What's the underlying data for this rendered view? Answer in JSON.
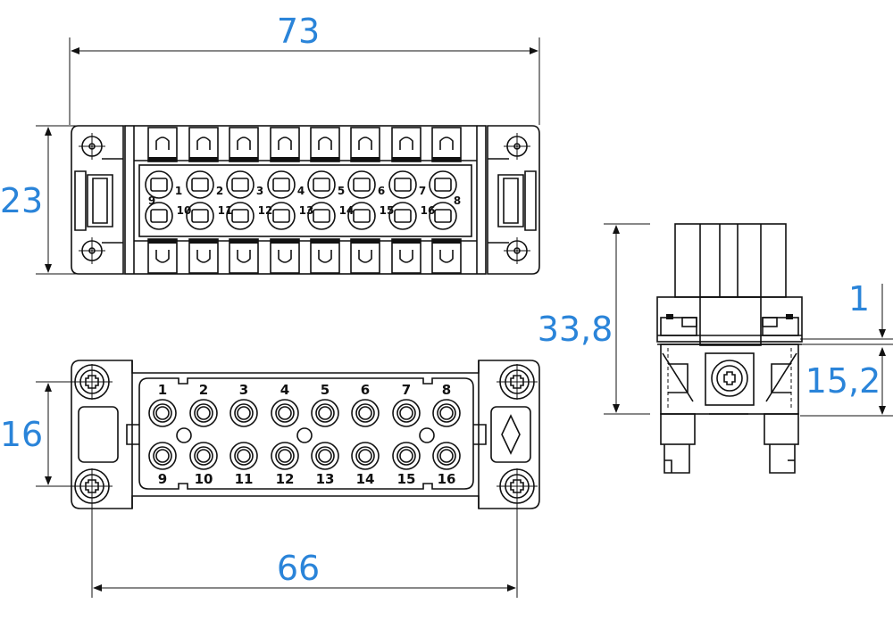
{
  "dimensions": {
    "overall_width": "73",
    "overall_height": "23",
    "insert_height": "16",
    "mounting_pitch": "66",
    "side_height": "33,8",
    "side_gap": "1",
    "side_lower": "15,2"
  },
  "top_view": {
    "row1_pins": [
      "1",
      "2",
      "3",
      "4",
      "5",
      "6",
      "7",
      "8"
    ],
    "row2_pins": [
      "10",
      "11",
      "12",
      "13",
      "14",
      "15",
      "16"
    ],
    "left_extra": "9",
    "right_extra": "8"
  },
  "front_view": {
    "top_row_pins": [
      "1",
      "2",
      "3",
      "4",
      "5",
      "6",
      "7",
      "8"
    ],
    "bottom_row_pins": [
      "9",
      "10",
      "11",
      "12",
      "13",
      "14",
      "15",
      "16"
    ]
  },
  "colors": {
    "dimension_text": "#2a84d9",
    "lines": "#111111"
  }
}
